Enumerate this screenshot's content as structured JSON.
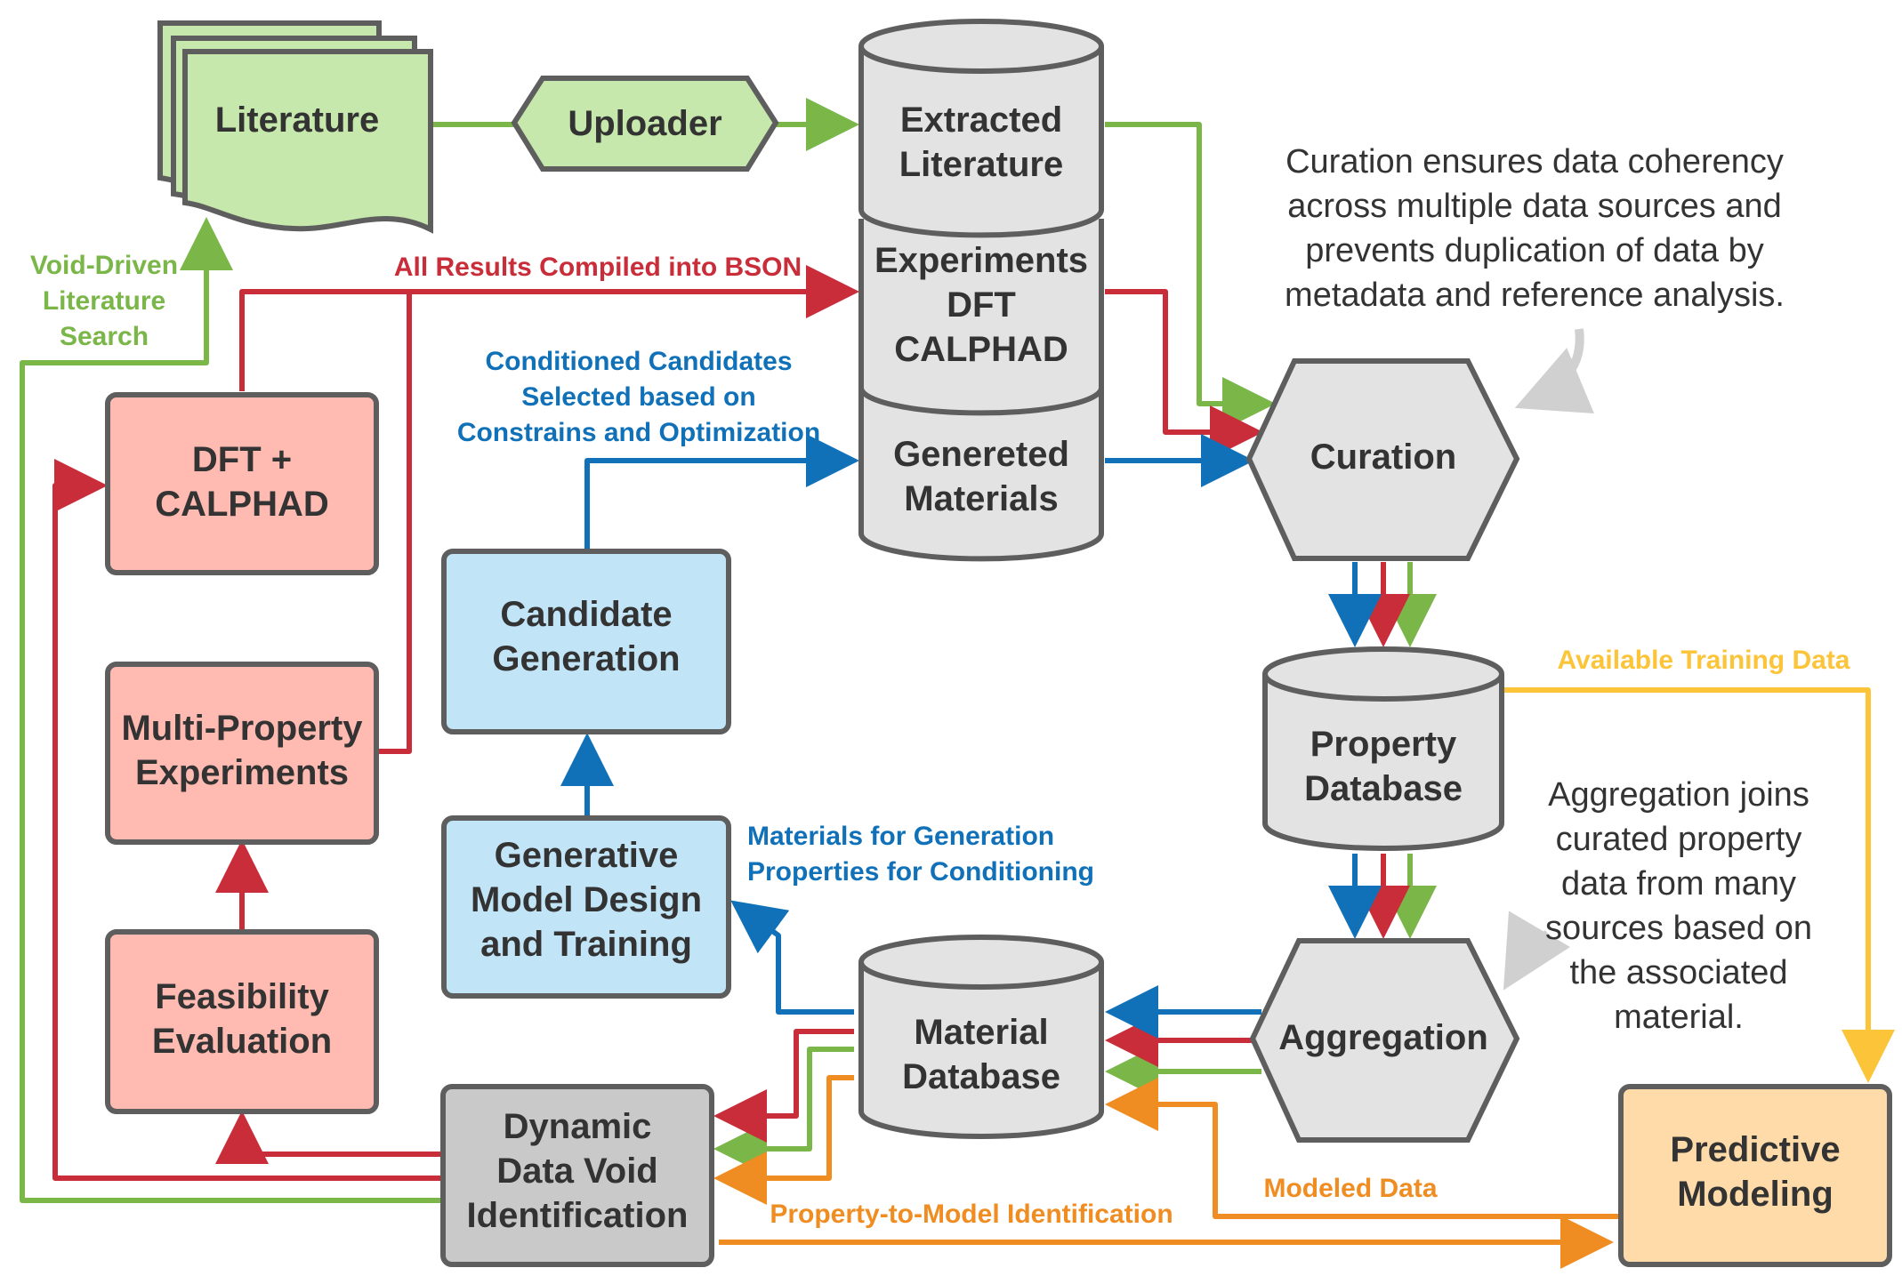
{
  "colors": {
    "green": "#7ab648",
    "red": "#c92d39",
    "blue": "#1071b8",
    "orange": "#ef8d22",
    "yellow": "#fcc438",
    "node_green": "#c7e8ac",
    "node_red": "#ffbbb1",
    "node_blue": "#c1e4f7",
    "node_gray_light": "#e3e3e3",
    "node_gray": "#c9c9c9",
    "node_orange": "#ffdba9",
    "border": "#5e5e5e",
    "note_arrow": "#d0d0d0"
  },
  "nodes": {
    "literature": "Literature",
    "uploader": "Uploader",
    "extracted_literature": [
      "Extracted",
      "Literature"
    ],
    "experiments_dft_calphad": [
      "Experiments",
      "DFT",
      "CALPHAD"
    ],
    "generated_materials": [
      "Genereted",
      "Materials"
    ],
    "curation": "Curation",
    "property_database": [
      "Property",
      "Database"
    ],
    "aggregation": "Aggregation",
    "material_database": [
      "Material",
      "Database"
    ],
    "predictive_modeling": [
      "Predictive",
      "Modeling"
    ],
    "dft_calphad": [
      "DFT +",
      "CALPHAD"
    ],
    "multi_property_experiments": [
      "Multi-Property",
      "Experiments"
    ],
    "feasibility_evaluation": [
      "Feasibility",
      "Evaluation"
    ],
    "candidate_generation": [
      "Candidate",
      "Generation"
    ],
    "generative_model": [
      "Generative",
      "Model Design",
      "and Training"
    ],
    "dynamic_data_void": [
      "Dynamic",
      "Data Void",
      "Identification"
    ]
  },
  "edge_labels": {
    "void_driven": [
      "Void-Driven",
      "Literature",
      "Search"
    ],
    "all_results": "All Results Compiled into BSON",
    "conditioned_candidates": [
      "Conditioned Candidates",
      "Selected based on",
      "Constrains and Optimization"
    ],
    "available_training_data": "Available Training Data",
    "materials_for_generation": [
      "Materials for Generation",
      "Properties for Conditioning"
    ],
    "modeled_data": "Modeled Data",
    "property_to_model": "Property-to-Model Identification"
  },
  "notes": {
    "curation_note": [
      "Curation ensures data coherency",
      "across multiple data sources and",
      "prevents duplication of data by",
      "metadata and reference analysis."
    ],
    "aggregation_note": [
      "Aggregation joins",
      "curated property",
      "data from many",
      "sources based on",
      "the associated",
      "material."
    ]
  }
}
